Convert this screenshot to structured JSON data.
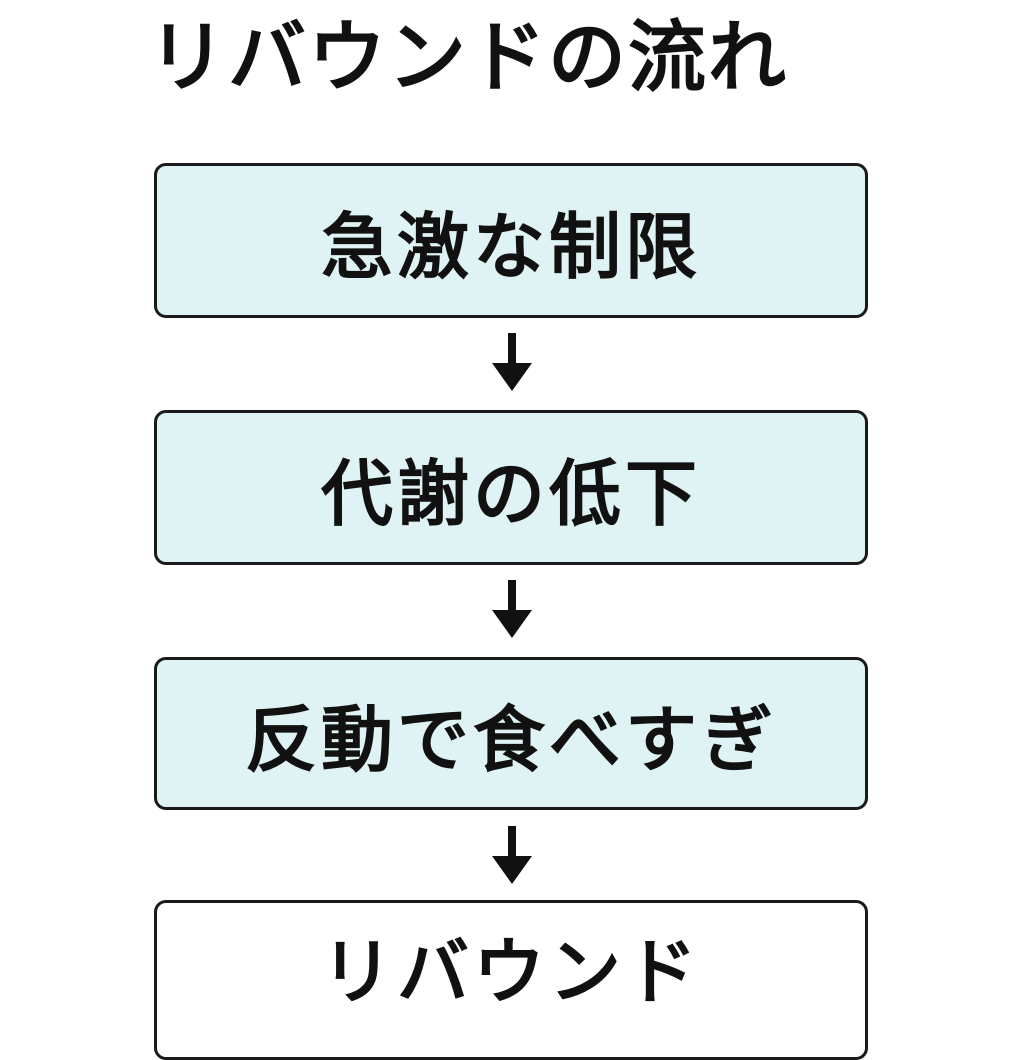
{
  "title": "リバウンドの流れ",
  "steps": [
    {
      "label": "急激な制限"
    },
    {
      "label": "代謝の低下"
    },
    {
      "label": "反動で食べすぎ"
    },
    {
      "label": "リバウンド"
    }
  ],
  "colors": {
    "step_fill": "#dff2f4",
    "final_fill": "#ffffff",
    "border": "#1a1a1a",
    "text": "#111111"
  },
  "icons": {
    "connector": "arrow-down-icon"
  }
}
